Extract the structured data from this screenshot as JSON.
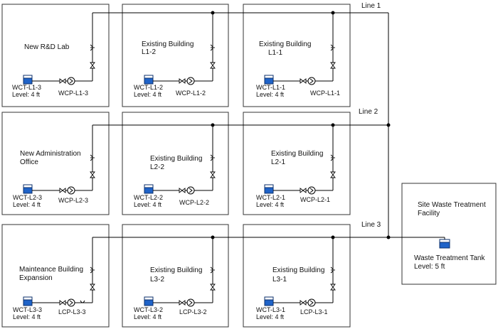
{
  "lines": [
    {
      "label": "Line 1"
    },
    {
      "label": "Line 2"
    },
    {
      "label": "Line 3"
    }
  ],
  "buildings": [
    {
      "title": [
        "New R&D Lab"
      ],
      "tank": "WCT-L1-3",
      "level": "Level: 4 ft",
      "pump": "WCP-L1-3",
      "pump_style": "pump"
    },
    {
      "title": [
        "Existing Building",
        "L1-2"
      ],
      "tank": "WCT-L1-2",
      "level": "Level: 4 ft",
      "pump": "WCP-L1-2",
      "pump_style": "pump"
    },
    {
      "title": [
        "Existing Building",
        "L1-1"
      ],
      "tank": "WCT-L1-1",
      "level": "Level: 4 ft",
      "pump": "WCP-L1-1",
      "pump_style": "pump"
    },
    {
      "title": [
        "New Administration",
        "Office"
      ],
      "tank": "WCT-L2-3",
      "level": "Level: 4 ft",
      "pump": "WCP-L2-3",
      "pump_style": "pump"
    },
    {
      "title": [
        "Existing Building",
        "L2-2"
      ],
      "tank": "WCT-L2-2",
      "level": "Level: 4 ft",
      "pump": "WCP-L2-2",
      "pump_style": "pump"
    },
    {
      "title": [
        "Existing Building",
        "L2-1"
      ],
      "tank": "WCT-L2-1",
      "level": "Level: 4 ft",
      "pump": "WCP-L2-1",
      "pump_style": "pump"
    },
    {
      "title": [
        "Mainteance Building",
        "Expansion"
      ],
      "tank": "WCT-L3-3",
      "level": "Level: 4 ft",
      "pump": "LCP-L3-3",
      "pump_style": "pump"
    },
    {
      "title": [
        "Existing Building",
        "L3-2"
      ],
      "tank": "WCT-L3-2",
      "level": "Level: 4 ft",
      "pump": "LCP-L3-2",
      "pump_style": "pump"
    },
    {
      "title": [
        "Existing Building",
        "L3-1"
      ],
      "tank": "WCT-L3-1",
      "level": "Level: 4 ft",
      "pump": "LCP-L3-1",
      "pump_style": "pump"
    }
  ],
  "facility": {
    "title": [
      "Site Waste Treatment",
      "Facility"
    ],
    "tank": "Waste Treatment Tank",
    "level": "Level: 5 ft"
  },
  "colors": {
    "tank": "#1f63c8",
    "pipe": "#000000",
    "outline": "#333333"
  }
}
